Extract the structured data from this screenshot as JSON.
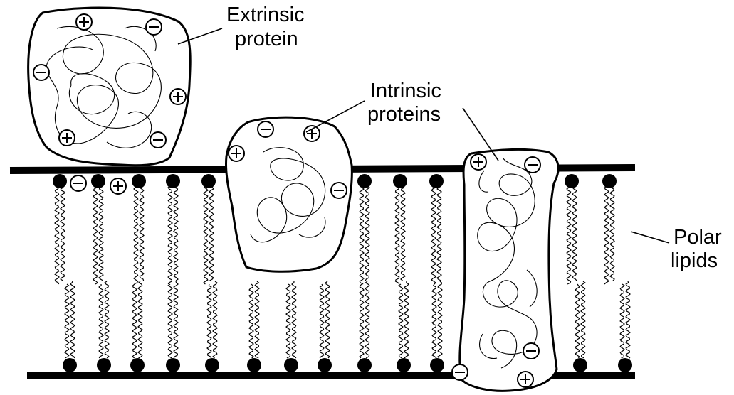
{
  "labels": {
    "extrinsic_line1": "Extrinsic",
    "extrinsic_line2": "protein",
    "intrinsic_line1": "Intrinsic",
    "intrinsic_line2": "proteins",
    "polar_line1": "Polar",
    "polar_line2": "lipids"
  },
  "charge_symbols": {
    "positive": "⊕",
    "negative": "⊖"
  }
}
